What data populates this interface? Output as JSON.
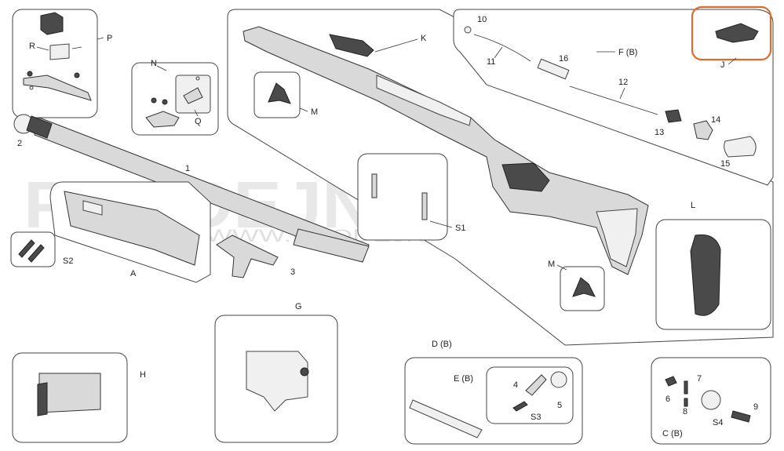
{
  "watermark": {
    "main": "PRODEJNA.CZUB.CZ",
    "url": "WWW.PRODEJNA.CZUB.CZ"
  },
  "highlight_color": "#e06a2c",
  "labels": {
    "P": "P",
    "R": "R",
    "N": "N",
    "Q": "Q",
    "K": "K",
    "M_top": "M",
    "M_bottom": "M",
    "F_B": "F (B)",
    "J": "J",
    "n10": "10",
    "n11": "11",
    "n16": "16",
    "n12": "12",
    "n13": "13",
    "n14": "14",
    "n15": "15",
    "n1": "1",
    "n2": "2",
    "S1": "S1",
    "L": "L",
    "A": "A",
    "S2": "S2",
    "n3": "3",
    "G": "G",
    "H": "H",
    "D_B": "D (B)",
    "E_B": "E (B)",
    "n4": "4",
    "n5": "5",
    "S3": "S3",
    "n7": "7",
    "n6": "6",
    "n8": "8",
    "S4": "S4",
    "n9": "9",
    "C_B": "C (B)"
  },
  "icons": {
    "barrel": "rifle-barrel-icon",
    "stock": "rifle-stock-icon",
    "trigger": "trigger-assembly-icon",
    "magazine": "magazine-icon"
  }
}
